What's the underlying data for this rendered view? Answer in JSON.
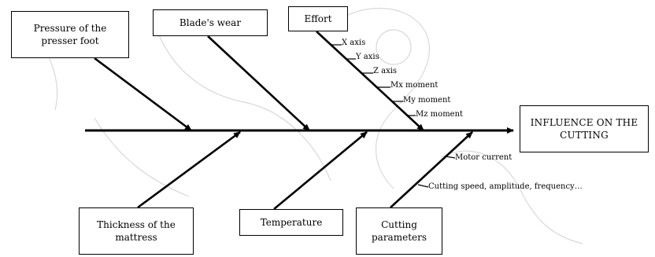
{
  "effect": {
    "label": "INFLUENCE ON THE\nCUTTING"
  },
  "causes_top": [
    {
      "label": "Pressure of the\npresser foot"
    },
    {
      "label": "Blade's wear"
    },
    {
      "label": "Effort"
    }
  ],
  "causes_bottom": [
    {
      "label": "Thickness of the\nmattress"
    },
    {
      "label": "Temperature"
    },
    {
      "label": "Cutting\nparameters"
    }
  ],
  "effort_sub": [
    "X axis",
    "Y axis",
    "Z axis",
    "Mx moment",
    "My moment",
    "Mz moment"
  ],
  "cutting_sub": [
    "Motor current",
    "Cutting speed, amplitude, frequency…"
  ]
}
